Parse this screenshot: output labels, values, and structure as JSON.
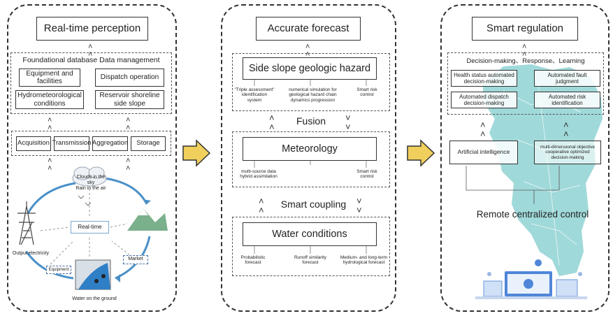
{
  "panel1": {
    "title": "Real-time perception",
    "db_title": "Foundational database Data management",
    "db_items": [
      "Equipment and facilities",
      "Dispatch operation",
      "Hydrometeorological conditions",
      "Reservoir shoreline side slope"
    ],
    "stages": [
      "Acquisition",
      "Transmission",
      "Aggregation",
      "Storage"
    ],
    "cycle": {
      "clouds": "Clouds in the sky\nRain in the air",
      "center": "Real-time",
      "left": "Output electricity",
      "bottom": "Water on the ground",
      "market": "Market",
      "equipment": "Equipment"
    }
  },
  "panel2": {
    "title": "Accurate forecast",
    "hazard_title": "Side slope geologic hazard",
    "hazard_items": [
      "\"Triple assessment\"\nidentification\nsystem",
      "numerical simulation for\ngeological hazard chain\ndynamics progression",
      "Smart risk\ncontrol"
    ],
    "fusion": "Fusion",
    "met_title": "Meteorology",
    "met_items": [
      "multi-source data\nhybrid assimilation",
      "Smart risk\ncontrol"
    ],
    "coupling": "Smart coupling",
    "water_title": "Water conditions",
    "water_items": [
      "Probabilistic\nforecast",
      "Runoff similarity\nforecast",
      "Medium- and long-term\nhydrological forecast"
    ]
  },
  "panel3": {
    "title": "Smart regulation",
    "dr_label": "Decision-making、Response、Learning",
    "dr_items": [
      "Health status automated\ndecision-making",
      "Automated fault\njudgment",
      "Automated dispatch\ndecision-making",
      "Automated risk\nidentification"
    ],
    "ai": "Artificial intelligence",
    "multi": "multi-dimensional objective\ncooperative optimized\ndecision-making",
    "remote": "Remote centralized control"
  },
  "colors": {
    "arrow_fill": "#f0cf5c",
    "map": "#8fd2d4",
    "cycle": "#4a90c8"
  }
}
